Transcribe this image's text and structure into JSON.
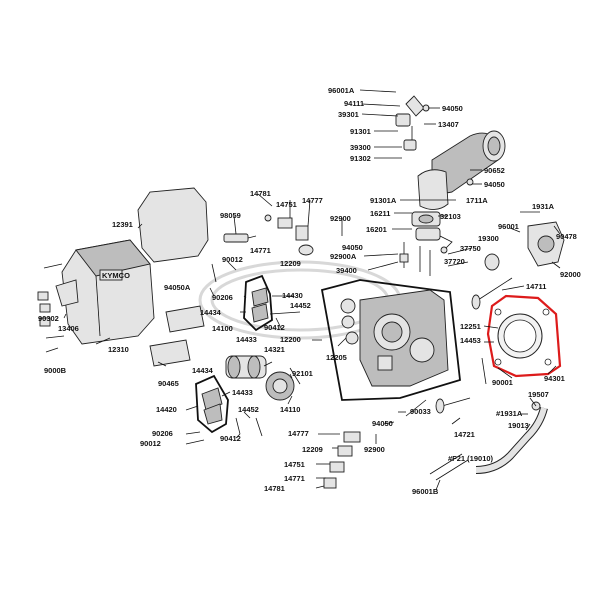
{
  "diagram": {
    "callouts": [
      {
        "id": "c-96001A",
        "text": "96001A"
      },
      {
        "id": "c-94111",
        "text": "94111"
      },
      {
        "id": "c-39301",
        "text": "39301"
      },
      {
        "id": "c-94050-top",
        "text": "94050"
      },
      {
        "id": "c-13407",
        "text": "13407"
      },
      {
        "id": "c-91301",
        "text": "91301"
      },
      {
        "id": "c-39300",
        "text": "39300"
      },
      {
        "id": "c-91302",
        "text": "91302"
      },
      {
        "id": "c-90652",
        "text": "90652"
      },
      {
        "id": "c-94050-mid",
        "text": "94050"
      },
      {
        "id": "c-91301A",
        "text": "91301A"
      },
      {
        "id": "c-1711A",
        "text": "1711A"
      },
      {
        "id": "c-16211",
        "text": "16211"
      },
      {
        "id": "c-32103",
        "text": "32103"
      },
      {
        "id": "c-16201",
        "text": "16201"
      },
      {
        "id": "c-1931A",
        "text": "1931A"
      },
      {
        "id": "c-96001",
        "text": "96001"
      },
      {
        "id": "c-90478",
        "text": "90478"
      },
      {
        "id": "c-19300",
        "text": "19300"
      },
      {
        "id": "c-37750",
        "text": "37750"
      },
      {
        "id": "c-37720",
        "text": "37720"
      },
      {
        "id": "c-92000",
        "text": "92000"
      },
      {
        "id": "c-14711",
        "text": "14711"
      },
      {
        "id": "c-12391",
        "text": "12391"
      },
      {
        "id": "c-14781-top",
        "text": "14781"
      },
      {
        "id": "c-98059",
        "text": "98059"
      },
      {
        "id": "c-14751",
        "text": "14751"
      },
      {
        "id": "c-14777",
        "text": "14777"
      },
      {
        "id": "c-92900-top",
        "text": "92900"
      },
      {
        "id": "c-14771",
        "text": "14771"
      },
      {
        "id": "c-12209-top",
        "text": "12209"
      },
      {
        "id": "c-94050-left",
        "text": "94050"
      },
      {
        "id": "c-92900A",
        "text": "92900A"
      },
      {
        "id": "c-39400",
        "text": "39400"
      },
      {
        "id": "c-90012-top",
        "text": "90012"
      },
      {
        "id": "c-94050A",
        "text": "94050A"
      },
      {
        "id": "c-90206-top",
        "text": "90206"
      },
      {
        "id": "c-14430",
        "text": "14430"
      },
      {
        "id": "c-14452-top",
        "text": "14452"
      },
      {
        "id": "c-14434-top",
        "text": "14434"
      },
      {
        "id": "c-90412-top",
        "text": "90412"
      },
      {
        "id": "c-14100",
        "text": "14100"
      },
      {
        "id": "c-14433-top",
        "text": "14433"
      },
      {
        "id": "c-12200",
        "text": "12200"
      },
      {
        "id": "c-90302",
        "text": "90302"
      },
      {
        "id": "c-13406",
        "text": "13406"
      },
      {
        "id": "c-12310",
        "text": "12310"
      },
      {
        "id": "c-9000B",
        "text": "9000B"
      },
      {
        "id": "c-90465",
        "text": "90465"
      },
      {
        "id": "c-12205",
        "text": "12205"
      },
      {
        "id": "c-12251",
        "text": "12251"
      },
      {
        "id": "c-14453",
        "text": "14453"
      },
      {
        "id": "c-90001",
        "text": "90001"
      },
      {
        "id": "c-94301",
        "text": "94301"
      },
      {
        "id": "c-14434-mid",
        "text": "14434"
      },
      {
        "id": "c-14321",
        "text": "14321"
      },
      {
        "id": "c-92101",
        "text": "92101"
      },
      {
        "id": "c-14420",
        "text": "14420"
      },
      {
        "id": "c-14433-mid",
        "text": "14433"
      },
      {
        "id": "c-14452-mid",
        "text": "14452"
      },
      {
        "id": "c-14110",
        "text": "14110"
      },
      {
        "id": "c-90033",
        "text": "90033"
      },
      {
        "id": "c-19507",
        "text": "19507"
      },
      {
        "id": "c-1931A-lower",
        "text": "#1931A"
      },
      {
        "id": "c-19013",
        "text": "19013"
      },
      {
        "id": "c-94050-low",
        "text": "94050"
      },
      {
        "id": "c-14721",
        "text": "14721"
      },
      {
        "id": "c-90206-low",
        "text": "90206"
      },
      {
        "id": "c-90012-low",
        "text": "90012"
      },
      {
        "id": "c-90412-low",
        "text": "90412"
      },
      {
        "id": "c-14777-low",
        "text": "14777"
      },
      {
        "id": "c-92900-low",
        "text": "92900"
      },
      {
        "id": "c-12209-low",
        "text": "12209"
      },
      {
        "id": "c-14751-low",
        "text": "14751"
      },
      {
        "id": "c-14771-low",
        "text": "14771"
      },
      {
        "id": "c-14781-low",
        "text": "14781"
      },
      {
        "id": "c-F21",
        "text": "#F21 (19010)"
      },
      {
        "id": "c-96001B",
        "text": "96001B"
      }
    ],
    "emblem_text": "KYMCO",
    "highlight_color": "#dd1b1b"
  }
}
